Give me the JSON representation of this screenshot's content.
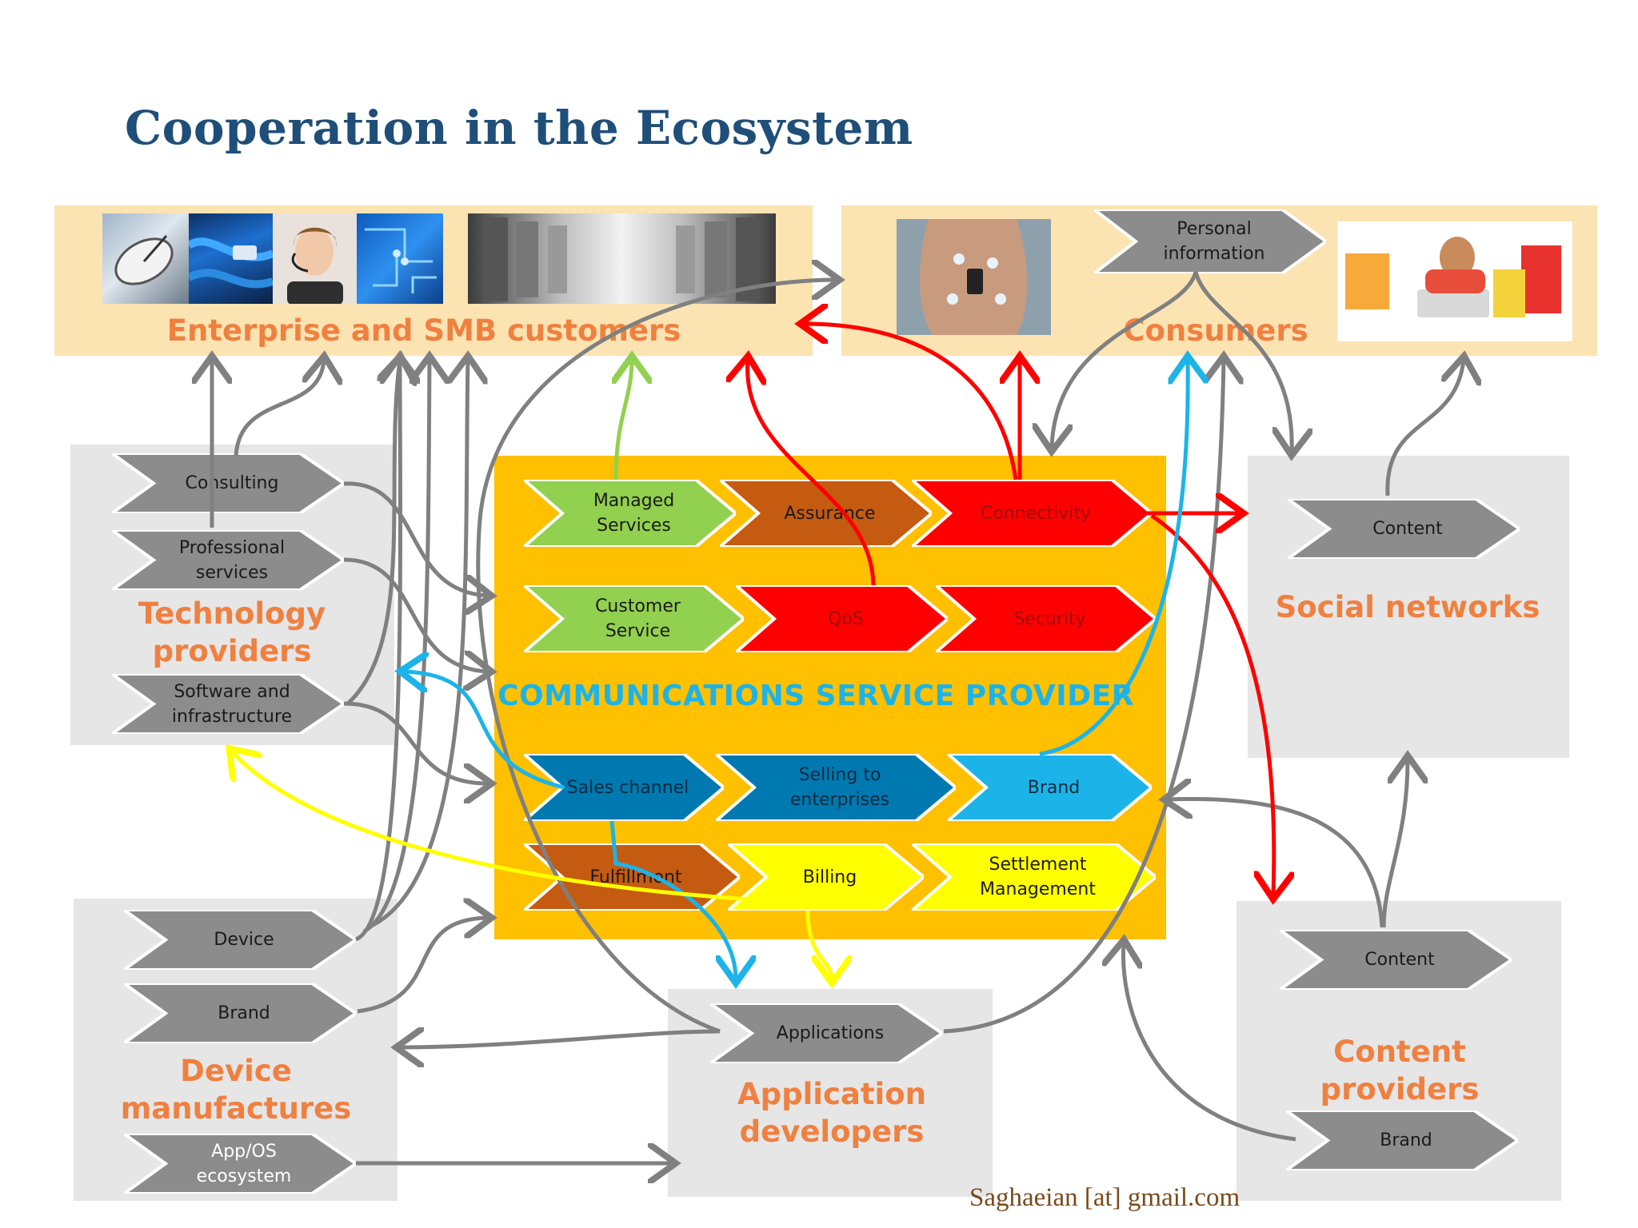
{
  "title": "Cooperation in the Ecosystem",
  "footer": "Saghaeian [at] gmail.com",
  "csp": {
    "title": "COMMUNICATIONS SERVICE PROVIDER",
    "row1": [
      "Managed Services",
      "Assurance",
      "Connectivity"
    ],
    "row2": [
      "Customer Service",
      "QoS",
      "Security"
    ],
    "row3": [
      "Sales channel",
      "Selling to enterprises",
      "Brand"
    ],
    "row4": [
      "Fulfillment",
      "Billing",
      "Settlement Management"
    ]
  },
  "enterprise": {
    "label": "Enterprise and SMB customers"
  },
  "consumers": {
    "label": "Consumers",
    "personal_info": "Personal information"
  },
  "technology": {
    "label": "Technology providers",
    "items": [
      "Consulting",
      "Professional services",
      "Software and infrastructure"
    ]
  },
  "social": {
    "label": "Social networks",
    "items": [
      "Content"
    ]
  },
  "device": {
    "label": "Device manufactures",
    "items": [
      "Device",
      "Brand",
      "App/OS ecosystem"
    ]
  },
  "appdev": {
    "label": "Application developers",
    "items": [
      "Applications"
    ]
  },
  "content": {
    "label": "Content providers",
    "items": [
      "Content",
      "Brand"
    ]
  },
  "colors": {
    "title": "#1f4e79",
    "orange_label": "#f08040",
    "csp_bg": "#ffc000",
    "band": "#fbe3b2",
    "panel": "#e6e6e6",
    "red": "#ff0000",
    "green": "#92d050",
    "blue": "#0079b0",
    "cyan": "#1cb4e8",
    "yellow": "#ffff00",
    "brown": "#c55a11",
    "gray": "#808080"
  }
}
